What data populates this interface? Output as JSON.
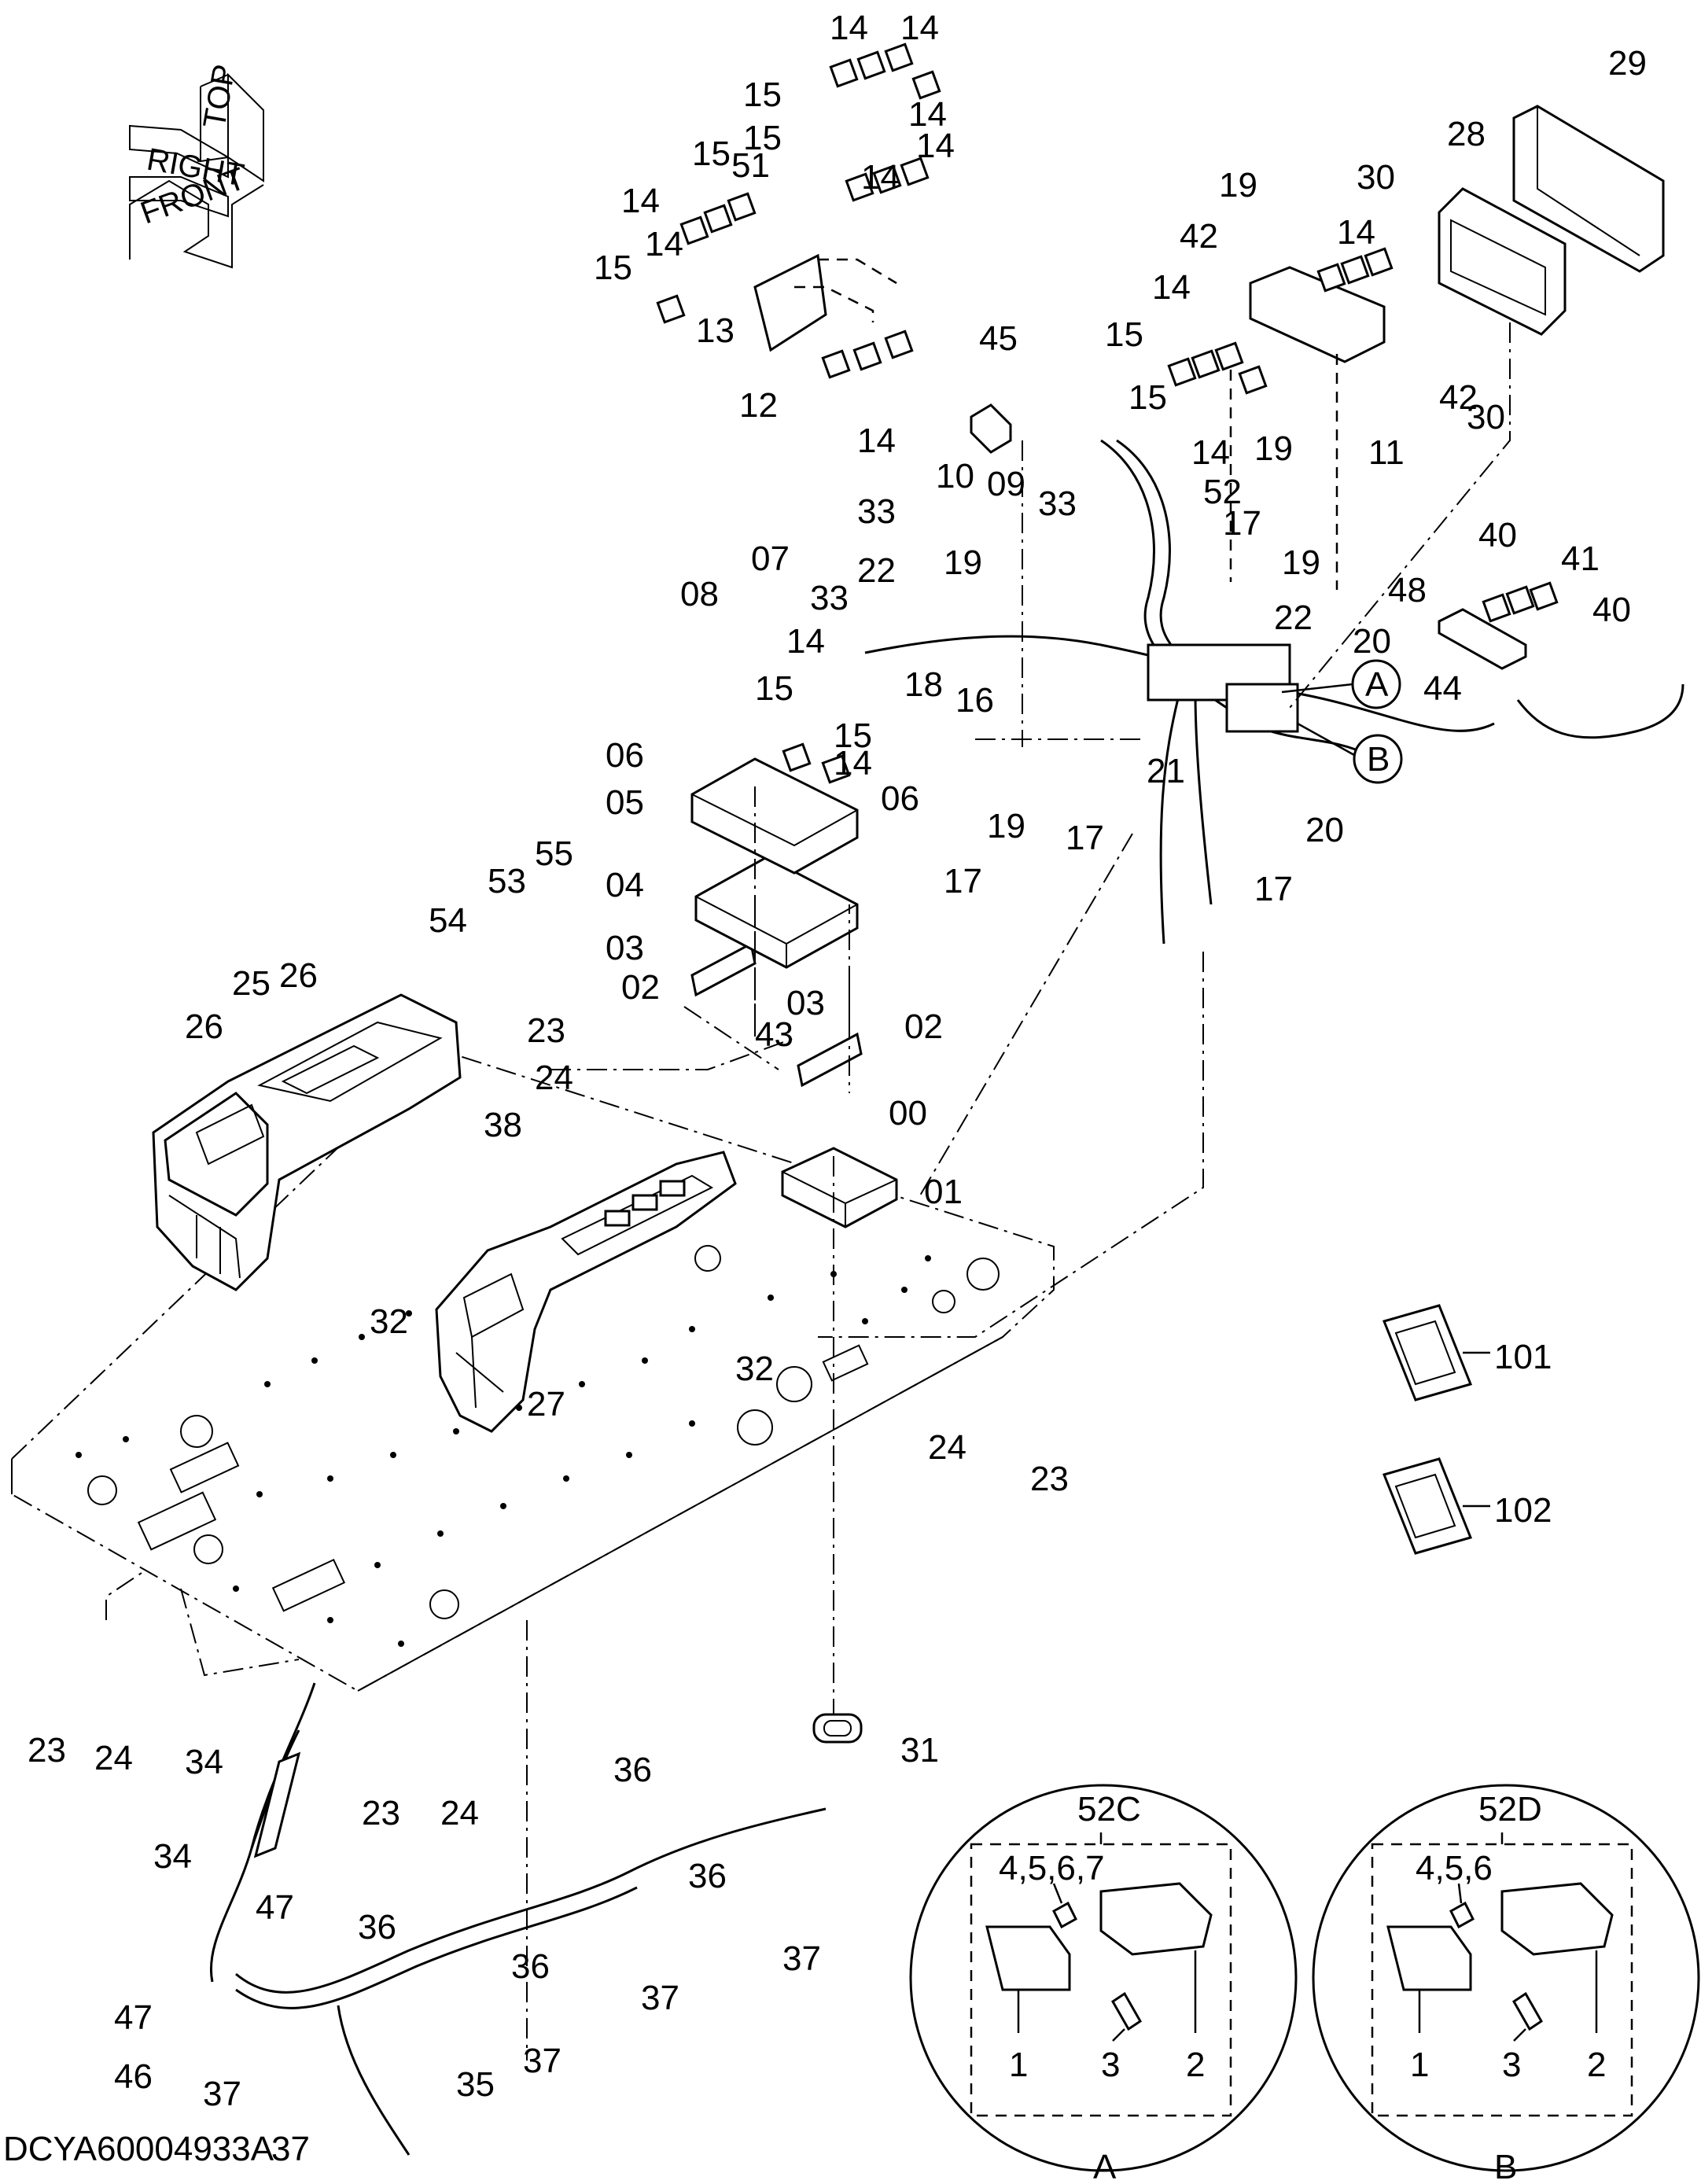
{
  "drawing": {
    "code": "DCYA60004933A"
  },
  "orientation": {
    "labels": [
      "TOP",
      "RIGHT",
      "FRONT"
    ]
  },
  "callouts": [
    "00",
    "01",
    "02",
    "03",
    "04",
    "05",
    "06",
    "07",
    "08",
    "09",
    "10",
    "11",
    "12",
    "13",
    "14",
    "15",
    "16",
    "17",
    "18",
    "19",
    "20",
    "21",
    "22",
    "23",
    "24",
    "25",
    "26",
    "27",
    "28",
    "29",
    "30",
    "31",
    "32",
    "33",
    "34",
    "35",
    "36",
    "37",
    "38",
    "40",
    "41",
    "42",
    "43",
    "44",
    "45",
    "46",
    "47",
    "48",
    "51",
    "52",
    "53",
    "54",
    "55",
    "101",
    "102"
  ],
  "connector_markers": [
    "A",
    "B"
  ],
  "detail_a": {
    "title": "52C",
    "items": [
      "4,5,6,7",
      "1",
      "3",
      "2"
    ],
    "view_label": "A"
  },
  "detail_b": {
    "title": "52D",
    "items": [
      "4,5,6",
      "1",
      "3",
      "2"
    ],
    "view_label": "B"
  }
}
